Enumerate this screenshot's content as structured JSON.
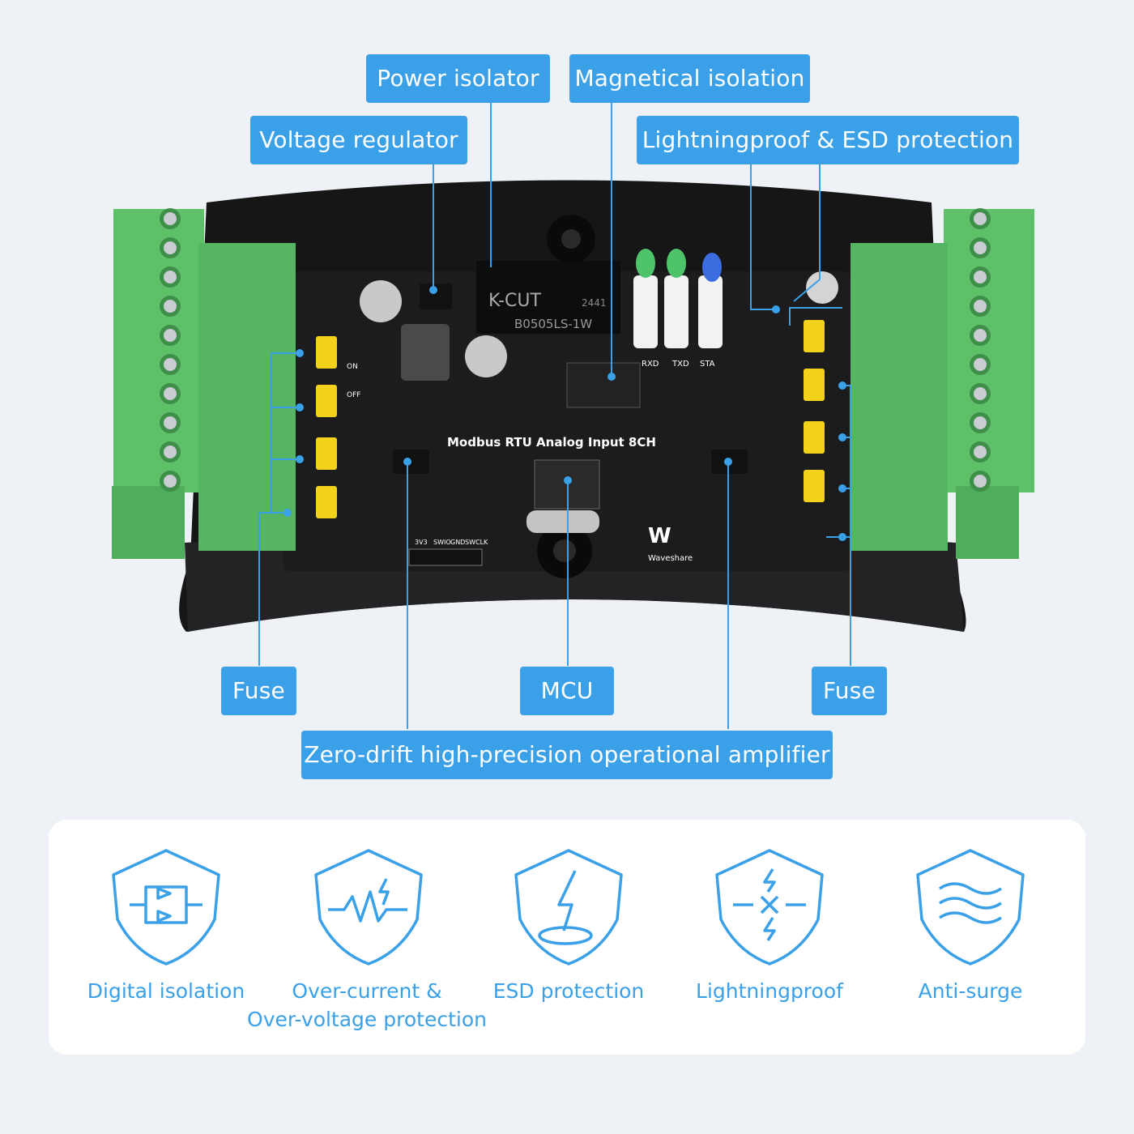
{
  "callouts": {
    "power_isolator": "Power isolator",
    "magnetical_isolation": "Magnetical isolation",
    "voltage_regulator": "Voltage regulator",
    "lightningproof_esd": "Lightningproof & ESD protection",
    "fuse_left": "Fuse",
    "mcu": "MCU",
    "fuse_right": "Fuse",
    "op_amp": "Zero-drift high-precision operational amplifier"
  },
  "board": {
    "pcb_title": "Modbus RTU Analog Input 8CH",
    "isolator_brand": "K-CUT",
    "isolator_date": "2441",
    "isolator_model": "B0505LS-1W",
    "led_rxd": "RXD",
    "led_txd": "TXD",
    "led_sta": "STA",
    "brand_name": "Waveshare",
    "header_pins": [
      "3V3",
      "SWIO",
      "GND",
      "SWCLK"
    ],
    "switch_on": "ON",
    "switch_off": "OFF"
  },
  "features": [
    {
      "label": "Digital isolation",
      "icon": "digital-isolation-shield-icon"
    },
    {
      "label": "Over-current &\nOver-voltage protection",
      "icon": "over-current-shield-icon"
    },
    {
      "label": "ESD protection",
      "icon": "esd-shield-icon"
    },
    {
      "label": "Lightningproof",
      "icon": "lightning-shield-icon"
    },
    {
      "label": "Anti-surge",
      "icon": "anti-surge-shield-icon"
    }
  ],
  "colors": {
    "accent": "#3aa0e8",
    "terminal_green": "#5fc06a",
    "pcb_black": "#1c1c1e",
    "jumper_yellow": "#f3d21c",
    "background": "#eef1f5"
  }
}
